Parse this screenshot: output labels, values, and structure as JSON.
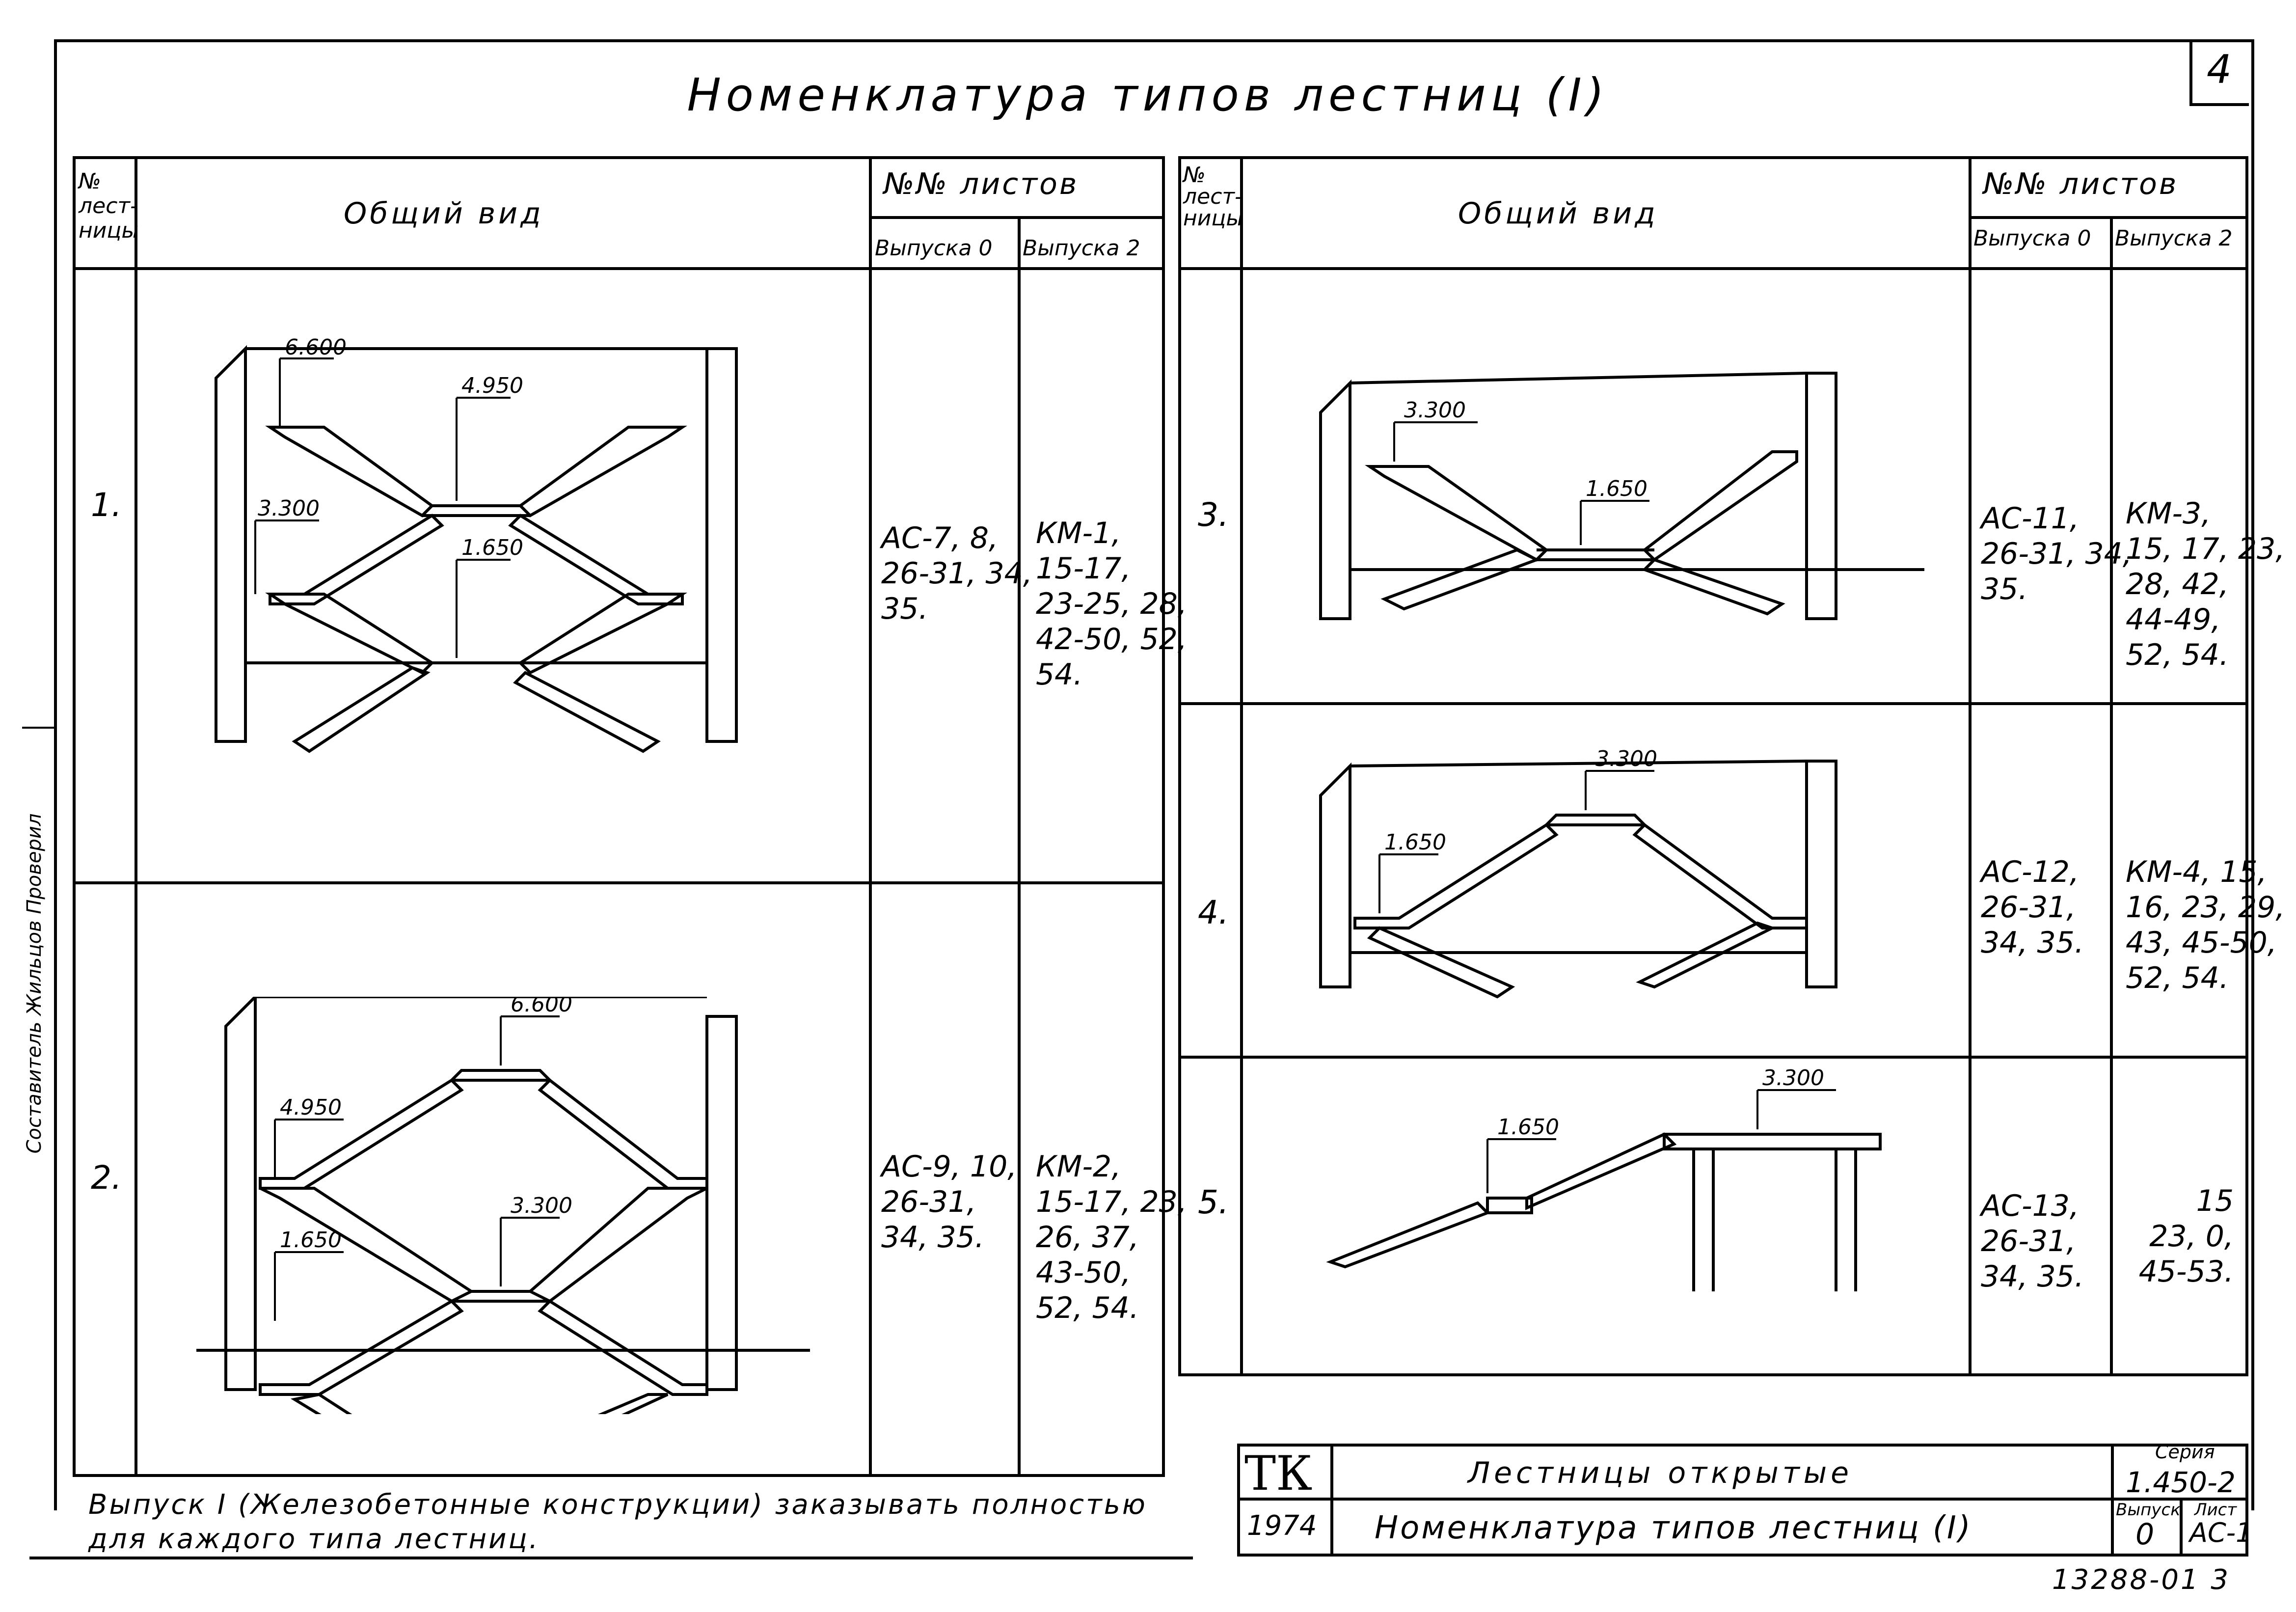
{
  "page": {
    "sheet_number": "4",
    "title": "Номенклатура типов лестниц (I)"
  },
  "left_table": {
    "headers": {
      "num": "№ лест-ницы",
      "view": "Общий вид",
      "sheets": "№№ листов",
      "issue0": "Выпуска 0",
      "issue2": "Выпуска 2"
    },
    "rows": [
      {
        "num": "1.",
        "issue0": "АС-7, 8,\n26-31, 34,\n35.",
        "issue2": "КМ-1,\n15-17,\n23-25, 28,\n42-50, 52,\n54.",
        "marks": [
          "6.600",
          "4.950",
          "3.300",
          "1.650"
        ]
      },
      {
        "num": "2.",
        "issue0": "АС-9, 10,\n26-31,\n34, 35.",
        "issue2": "КМ-2,\n15-17, 23,\n26, 37,\n43-50,\n52, 54.",
        "marks": [
          "6.600",
          "4.950",
          "3.300",
          "1.650"
        ]
      }
    ]
  },
  "right_table": {
    "headers": {
      "num": "№ лест-ницы",
      "view": "Общий вид",
      "sheets": "№№ листов",
      "issue0": "Выпуска 0",
      "issue2": "Выпуска 2"
    },
    "rows": [
      {
        "num": "3.",
        "issue0": "АС-11,\n26-31, 34,\n35.",
        "issue2": "КМ-3,\n15, 17, 23,\n28, 42,\n44-49,\n52, 54.",
        "marks": [
          "3.300",
          "1.650"
        ]
      },
      {
        "num": "4.",
        "issue0": "АС-12,\n26-31,\n34, 35.",
        "issue2": "КМ-4, 15,\n16, 23, 29,\n43, 45-50,\n52, 54.",
        "marks": [
          "3.300",
          "1.650"
        ]
      },
      {
        "num": "5.",
        "issue0": "АС-13,\n26-31,\n34, 35.",
        "issue2": "15\n23, 0,\n45-53.",
        "marks": [
          "3.300",
          "1.650"
        ]
      }
    ]
  },
  "footnote": "Выпуск I (Железобетонные конструкции) заказывать полностью\nдля каждого типа лестниц.",
  "side_note": "Составитель Жильцов  Проверил",
  "title_block": {
    "org": "ТК",
    "year": "1974",
    "name": "Лестницы открытые",
    "subtitle": "Номенклатура типов лестниц (I)",
    "series_label": "Серия",
    "series_value": "1.450-2",
    "issue_label": "Выпуск",
    "issue_value": "0",
    "sheet_label": "Лист",
    "sheet_value": "АС-1"
  },
  "drawing_number": "13288-01 3"
}
